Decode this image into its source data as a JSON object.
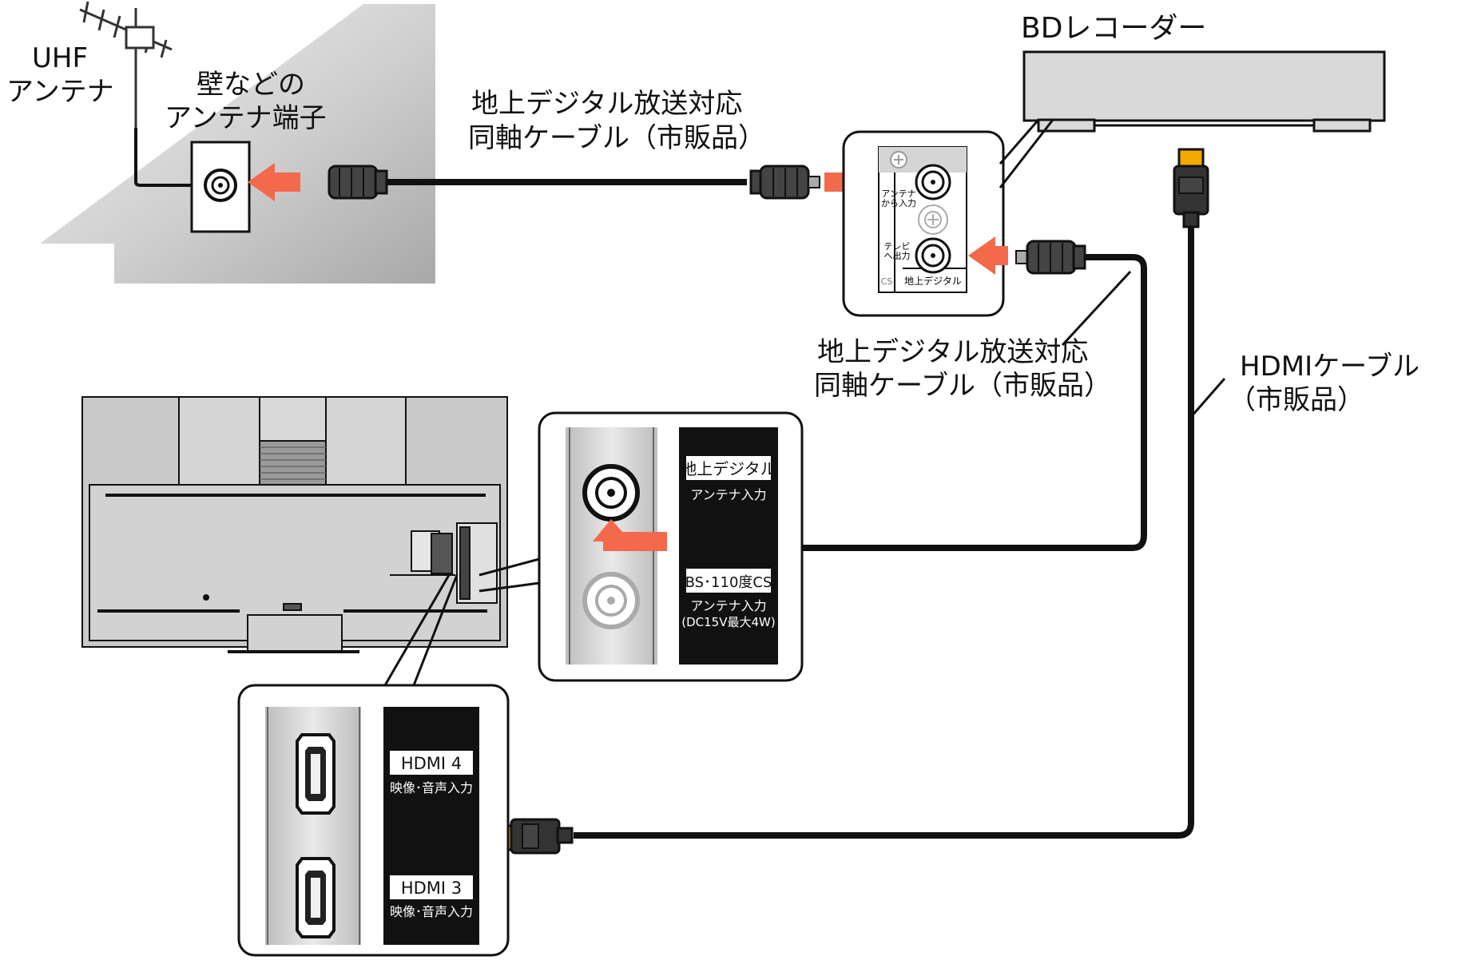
{
  "labels": {
    "uhf_antenna_line1": "UHF",
    "uhf_antenna_line2": "アンテナ",
    "wall_terminal_line1": "壁などの",
    "wall_terminal_line2": "アンテナ端子",
    "coax_top_line1": "地上デジタル放送対応",
    "coax_top_line2": "同軸ケーブル（市販品）",
    "bd_recorder": "BDレコーダー",
    "coax_mid_line1": "地上デジタル放送対応",
    "coax_mid_line2": "同軸ケーブル（市販品）",
    "hdmi_cable_line1": "HDMIケーブル",
    "hdmi_cable_line2": "（市販品）"
  },
  "recorder_panel": {
    "antenna_in": [
      "アンテナ",
      "から入力"
    ],
    "tv_out": [
      "テレビ",
      "へ出力"
    ],
    "cs_fragment": "CS",
    "terrestrial": "地上デジタル"
  },
  "tv_antenna_panel": {
    "terrestrial_badge": "地上デジタル",
    "terrestrial_sub": "アンテナ入力",
    "bs_badge": "BS･110度CS",
    "bs_sub1": "アンテナ入力",
    "bs_sub2": "(DC15V最大4W)"
  },
  "tv_hdmi_panel": {
    "hdmi4_badge": "HDMI 4",
    "hdmi4_sub": "映像･音声入力",
    "hdmi3_badge": "HDMI 3",
    "hdmi3_sub": "映像･音声入力"
  },
  "colors": {
    "arrow": "#f26a4b",
    "connector_gold": "#f2a900",
    "cable": "#111111",
    "panel_dark": "#111111",
    "house_grey": "#b3b3b3"
  }
}
